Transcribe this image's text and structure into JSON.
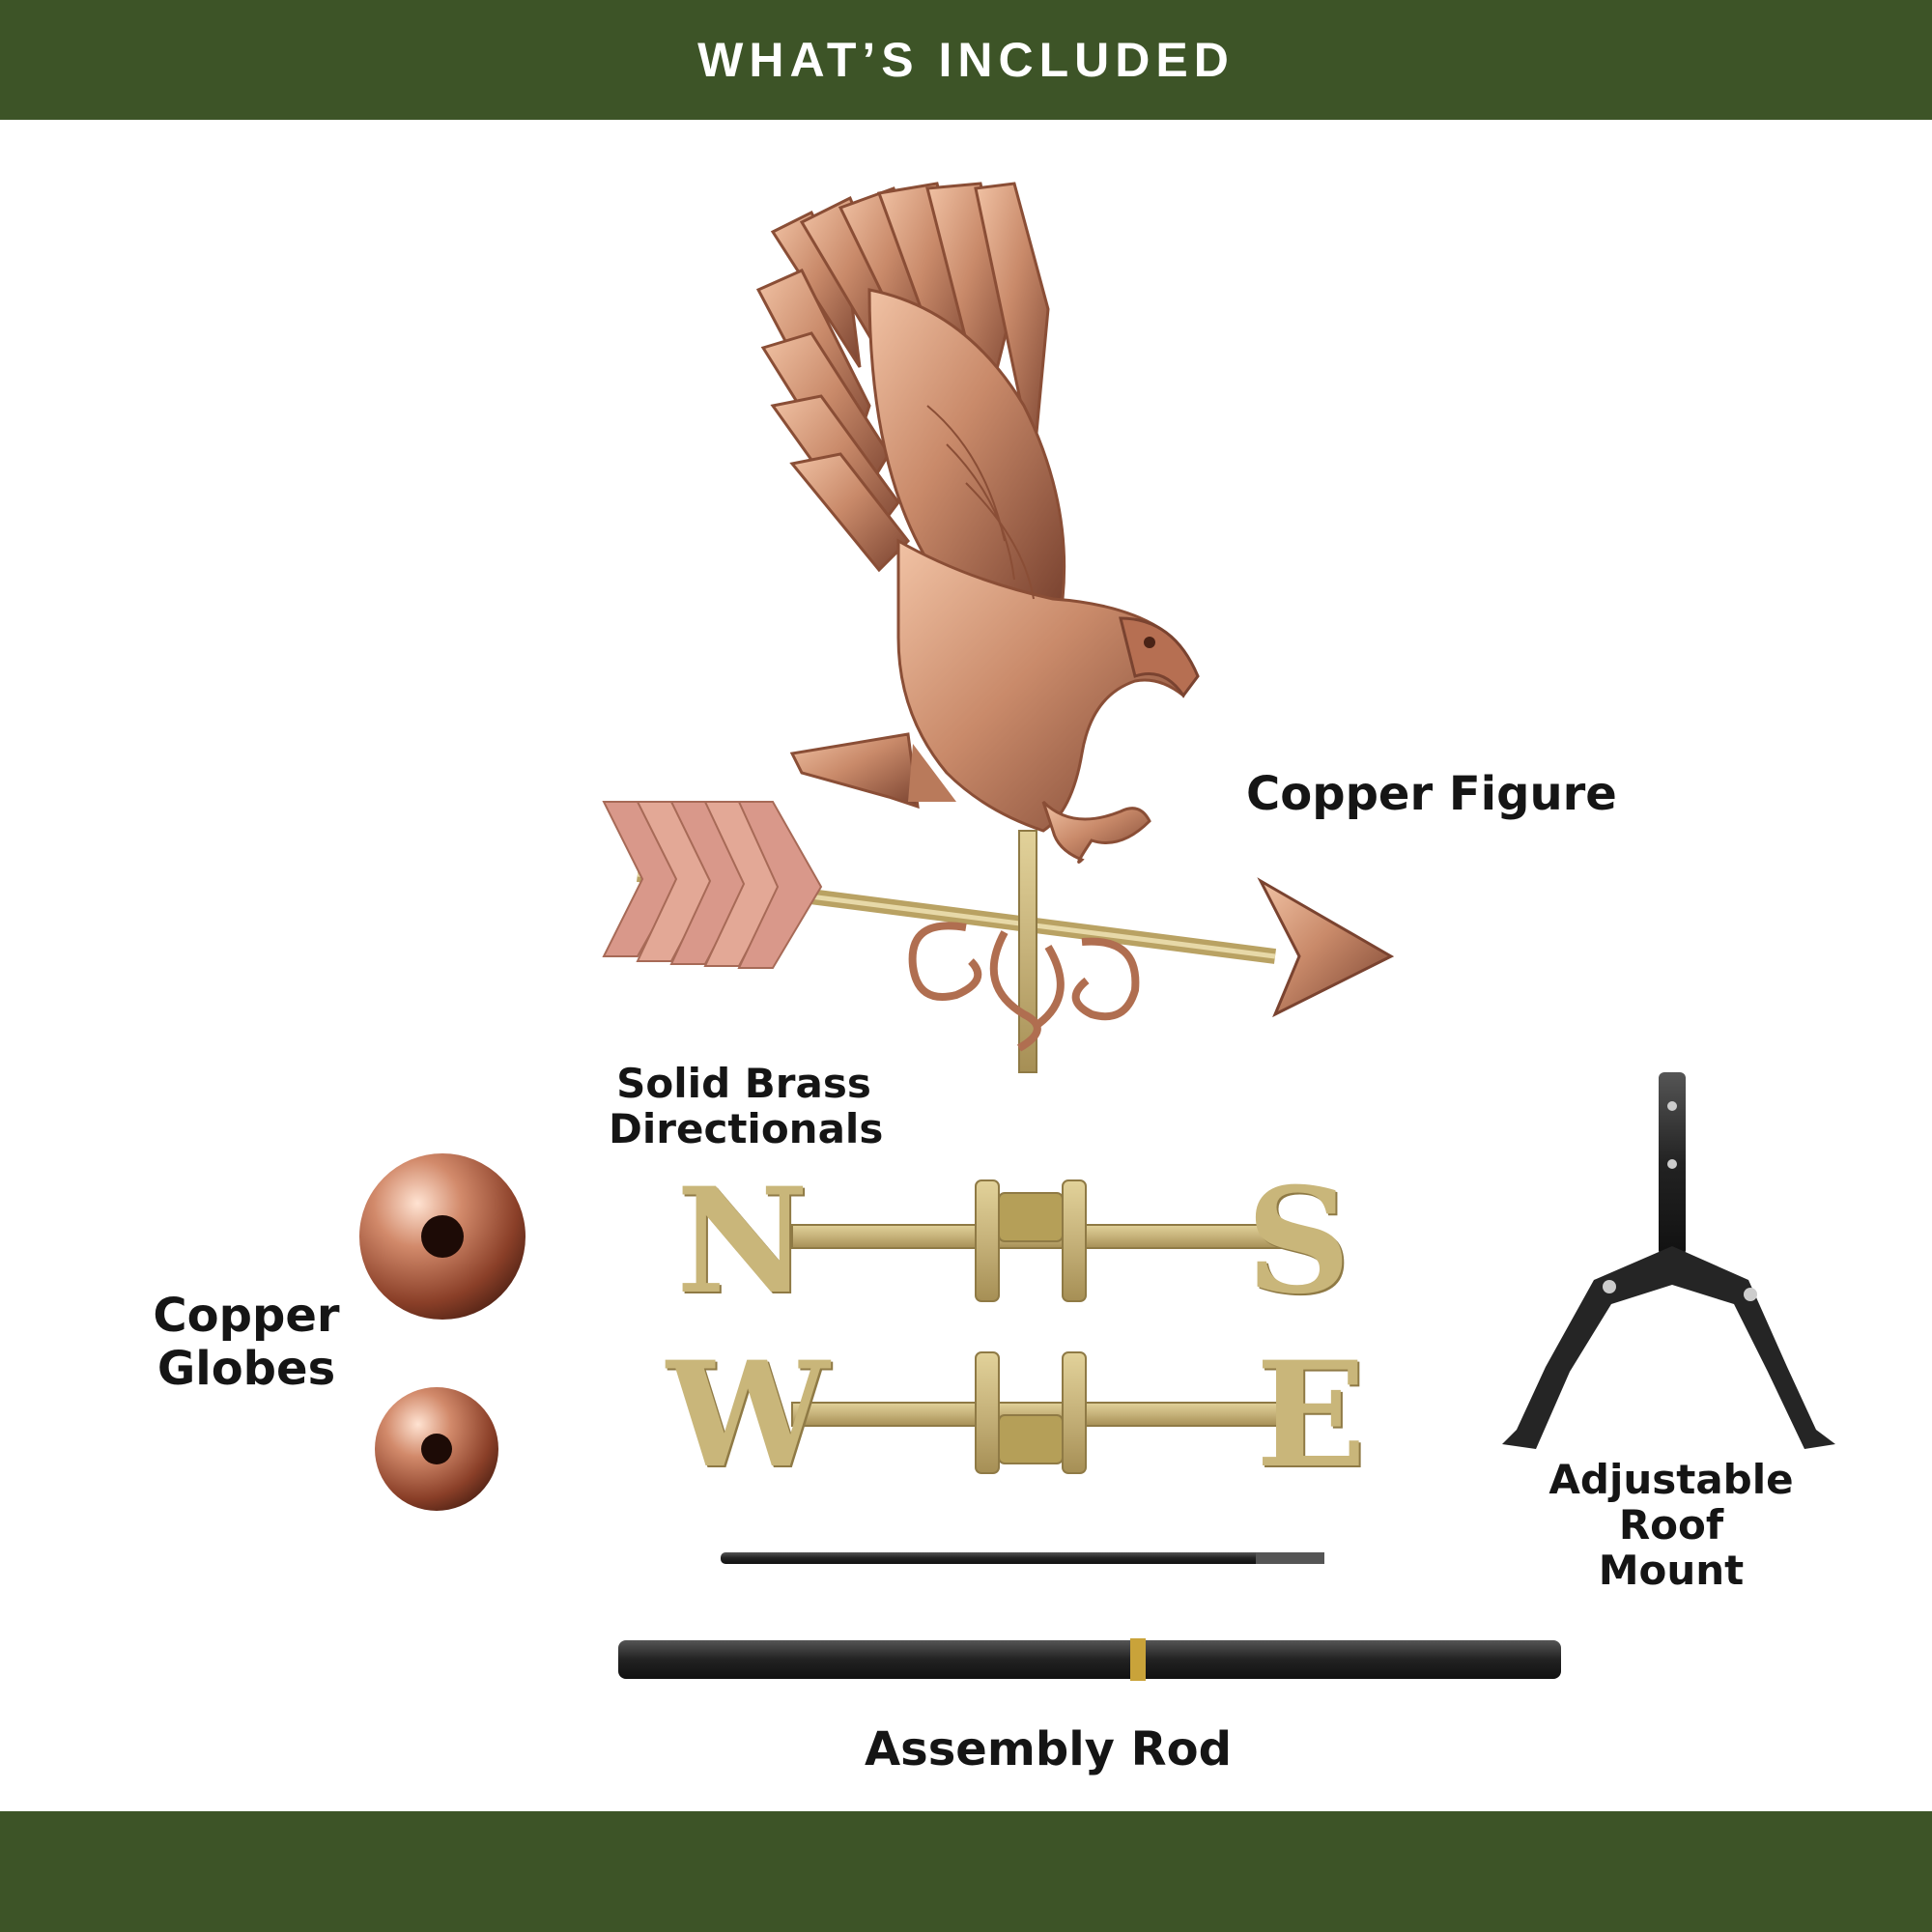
{
  "header": {
    "title": "WHAT’S INCLUDED"
  },
  "labels": {
    "copper_figure": "Copper Figure",
    "solid_brass_directionals": [
      "Solid Brass",
      "Directionals"
    ],
    "copper_globes": [
      "Copper",
      "Globes"
    ],
    "adjustable_roof_mount": [
      "Adjustable",
      "Roof",
      "Mount"
    ],
    "assembly_rod": "Assembly Rod"
  },
  "directionals": {
    "north": "N",
    "south": "S",
    "west": "W",
    "east": "E"
  },
  "colors": {
    "banner": "#3d5427",
    "copper": "#c98a6a",
    "brass": "#c9b67a",
    "steel": "#2e2e2e"
  }
}
